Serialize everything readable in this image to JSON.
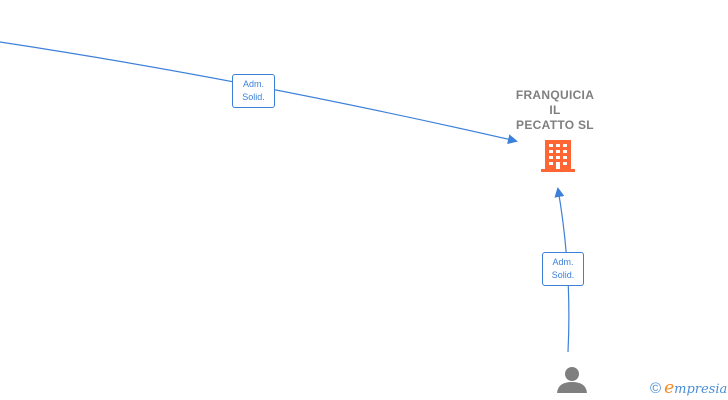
{
  "company": {
    "name_lines": [
      "FRANQUICIA",
      "IL",
      "PECATTO  SL"
    ],
    "icon": "building-icon",
    "color": "#ff6633"
  },
  "person": {
    "icon": "person-icon",
    "color": "#7f7f7f"
  },
  "edges": [
    {
      "label_line1": "Adm.",
      "label_line2": "Solid."
    },
    {
      "label_line1": "Adm.",
      "label_line2": "Solid."
    }
  ],
  "edge_color": "#3d80d9",
  "brand": {
    "copyright_symbol": "©",
    "initial": "e",
    "rest": "mpresia"
  }
}
